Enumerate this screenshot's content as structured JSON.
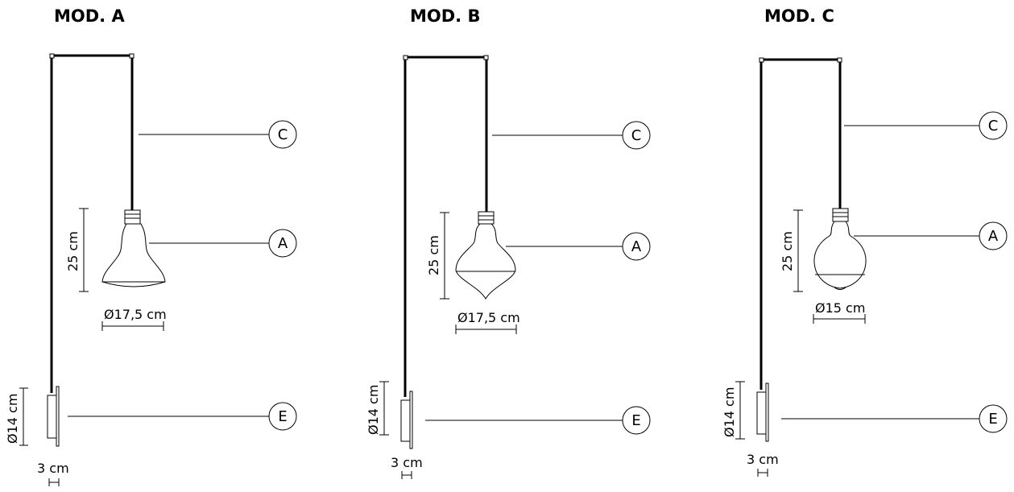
{
  "models": [
    {
      "title": "MOD. A",
      "callouts": {
        "cable": "C",
        "lamp": "A",
        "base": "E"
      },
      "dims": {
        "height": "25 cm",
        "diameter": "Ø17,5 cm",
        "base_diameter": "Ø14 cm",
        "base_depth": "3 cm"
      }
    },
    {
      "title": "MOD. B",
      "callouts": {
        "cable": "C",
        "lamp": "A",
        "base": "E"
      },
      "dims": {
        "height": "25 cm",
        "diameter": "Ø17,5 cm",
        "base_diameter": "Ø14 cm",
        "base_depth": "3 cm"
      }
    },
    {
      "title": "MOD. C",
      "callouts": {
        "cable": "C",
        "lamp": "A",
        "base": "E"
      },
      "dims": {
        "height": "25 cm",
        "diameter": "Ø15 cm",
        "base_diameter": "Ø14 cm",
        "base_depth": "3 cm"
      }
    }
  ]
}
